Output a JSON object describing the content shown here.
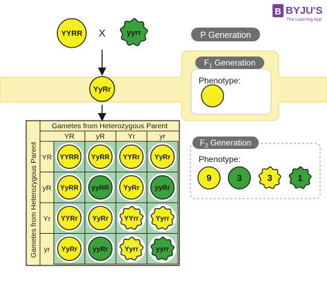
{
  "brand": {
    "logo_letter": "B",
    "name": "BYJU'S",
    "tagline": "The Learning App",
    "color": "#7b3fa0"
  },
  "colors": {
    "yellow": "#f5ef1f",
    "green": "#3aa23a",
    "band": "#fbf3b6",
    "grid_fill": "#a8d5b4",
    "grid_stroke": "#2d2d2d",
    "pill": "#6e6e6e"
  },
  "parents": {
    "left": {
      "genotype": "YYRR",
      "shape": "round",
      "color": "yellow"
    },
    "cross": "X",
    "right": {
      "genotype": "yyrr",
      "shape": "wrinkled",
      "color": "green"
    }
  },
  "f1": {
    "genotype": "YyRr"
  },
  "labels": {
    "p_generation": "P Generation",
    "f1_generation": "F",
    "f1_sub": "1",
    "f1_suffix": " Generation",
    "f2_generation": "F",
    "f2_sub": "2",
    "f2_suffix": " Generation",
    "phenotype": "Phenotype:",
    "gametes_top": "Gametes from Heterozygous Parent",
    "gametes_side": "Gametes from Heterozygous Parent"
  },
  "punnett": {
    "col_headers": [
      "YR",
      "yR",
      "Yr",
      "yr"
    ],
    "row_headers": [
      "YR",
      "yR",
      "Yr",
      "yr"
    ],
    "cells": [
      [
        {
          "g": "YYRR",
          "c": "yellow",
          "s": "round"
        },
        {
          "g": "YyRR",
          "c": "yellow",
          "s": "round"
        },
        {
          "g": "YYRr",
          "c": "yellow",
          "s": "round"
        },
        {
          "g": "YyRr",
          "c": "yellow",
          "s": "round"
        }
      ],
      [
        {
          "g": "YyRR",
          "c": "yellow",
          "s": "round"
        },
        {
          "g": "yyRR",
          "c": "green",
          "s": "round"
        },
        {
          "g": "YyRr",
          "c": "yellow",
          "s": "round"
        },
        {
          "g": "yyRr",
          "c": "green",
          "s": "round"
        }
      ],
      [
        {
          "g": "YYRr",
          "c": "yellow",
          "s": "round"
        },
        {
          "g": "YyRr",
          "c": "yellow",
          "s": "round"
        },
        {
          "g": "YYrr",
          "c": "yellow",
          "s": "wrinkled"
        },
        {
          "g": "Yyrr",
          "c": "yellow",
          "s": "wrinkled"
        }
      ],
      [
        {
          "g": "YyRr",
          "c": "yellow",
          "s": "round"
        },
        {
          "g": "yyRr",
          "c": "green",
          "s": "round"
        },
        {
          "g": "Yyrr",
          "c": "yellow",
          "s": "wrinkled"
        },
        {
          "g": "yyrr",
          "c": "green",
          "s": "wrinkled"
        }
      ]
    ]
  },
  "f2_phenotypes": [
    {
      "count": "9",
      "color": "yellow",
      "shape": "round"
    },
    {
      "count": "3",
      "color": "green",
      "shape": "round"
    },
    {
      "count": "3",
      "color": "yellow",
      "shape": "wrinkled"
    },
    {
      "count": "1",
      "color": "green",
      "shape": "wrinkled"
    }
  ]
}
